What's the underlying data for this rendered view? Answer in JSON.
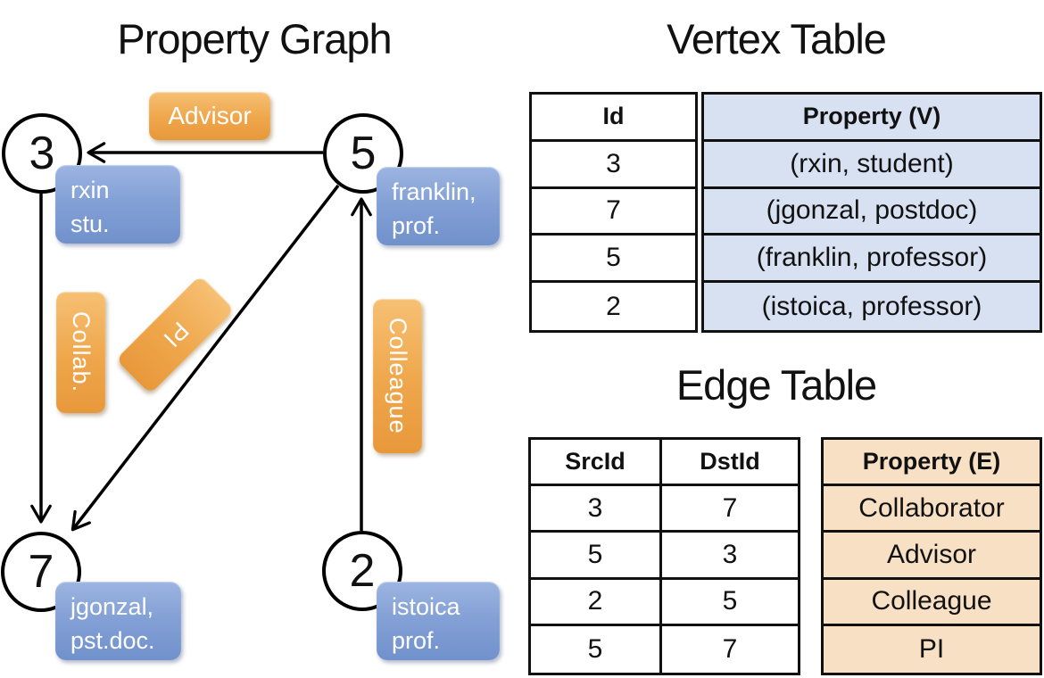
{
  "graph": {
    "title": "Property Graph",
    "nodes": [
      {
        "id": "3",
        "line1": "rxin",
        "line2": "stu."
      },
      {
        "id": "5",
        "line1": "franklin,",
        "line2": "prof."
      },
      {
        "id": "7",
        "line1": "jgonzal,",
        "line2": "pst.doc."
      },
      {
        "id": "2",
        "line1": "istoica",
        "line2": "prof."
      }
    ],
    "edge_labels": {
      "advisor": "Advisor",
      "collab": "Collab.",
      "pi": "PI",
      "colleague": "Colleague"
    }
  },
  "vertex_table": {
    "title": "Vertex Table",
    "headers": {
      "id": "Id",
      "property": "Property (V)"
    },
    "rows": [
      {
        "id": "3",
        "property": "(rxin, student)"
      },
      {
        "id": "7",
        "property": "(jgonzal, postdoc)"
      },
      {
        "id": "5",
        "property": "(franklin, professor)"
      },
      {
        "id": "2",
        "property": "(istoica, professor)"
      }
    ]
  },
  "edge_table": {
    "title": "Edge Table",
    "headers": {
      "src": "SrcId",
      "dst": "DstId",
      "property": "Property (E)"
    },
    "rows": [
      {
        "src": "3",
        "dst": "7",
        "property": "Collaborator"
      },
      {
        "src": "5",
        "dst": "3",
        "property": "Advisor"
      },
      {
        "src": "2",
        "dst": "5",
        "property": "Colleague"
      },
      {
        "src": "5",
        "dst": "7",
        "property": "PI"
      }
    ]
  },
  "colors": {
    "edge_label_orange": "#EFA64B",
    "vertex_label_blue": "#7D9DD3",
    "vertex_property_cell": "#D8E1F2",
    "edge_property_cell": "#F8E0C4",
    "line_black": "#000000"
  }
}
